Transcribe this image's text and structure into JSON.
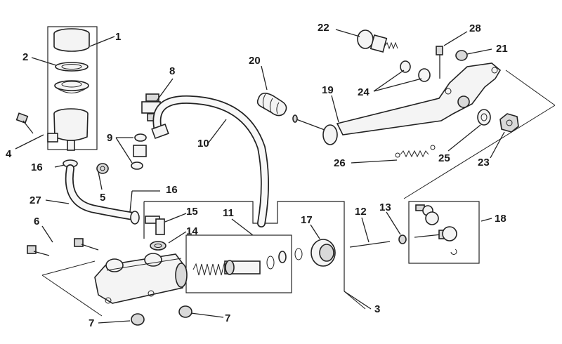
{
  "diagram": {
    "labels": {
      "n1": "1",
      "n2": "2",
      "n3": "3",
      "n4": "4",
      "n5": "5",
      "n6": "6",
      "n7a": "7",
      "n7b": "7",
      "n8": "8",
      "n9": "9",
      "n10": "10",
      "n11": "11",
      "n12": "12",
      "n13": "13",
      "n14": "14",
      "n15": "15",
      "n16a": "16",
      "n16b": "16",
      "n17": "17",
      "n18": "18",
      "n19": "19",
      "n20": "20",
      "n21": "21",
      "n22": "22",
      "n23": "23",
      "n24": "24",
      "n25": "25",
      "n26": "26",
      "n27": "27",
      "n28": "28"
    },
    "colors": {
      "line": "#222222",
      "fill": "#f4f4f4",
      "shade": "#d9d9d9",
      "background": "#ffffff"
    }
  }
}
